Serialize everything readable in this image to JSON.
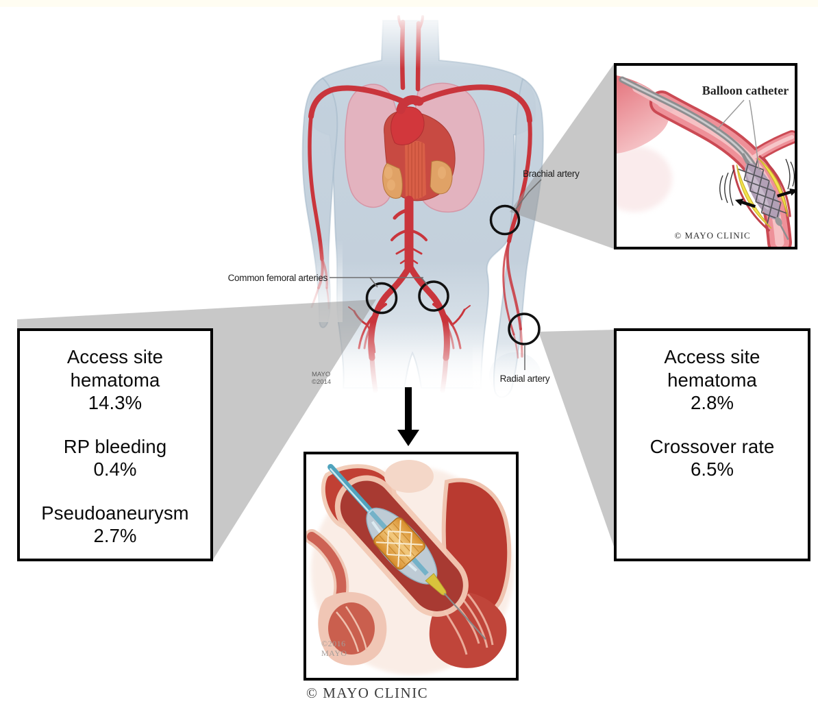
{
  "figure": {
    "anatomy_labels": {
      "common_femoral": "Common femoral arteries",
      "brachial": "Brachial artery",
      "radial": "Radial artery"
    },
    "body_watermark": {
      "line1": "MAYO",
      "line2": "©2014"
    },
    "femoral_box": {
      "entries": [
        {
          "line1": "Access site",
          "line2": "hematoma",
          "value": "14.3%"
        },
        {
          "line1": "RP bleeding",
          "value": "0.4%"
        },
        {
          "line1": "Pseudoaneurysm",
          "value": "2.7%"
        }
      ]
    },
    "radial_box": {
      "entries": [
        {
          "line1": "Access site",
          "line2": "hematoma",
          "value": "2.8%"
        },
        {
          "line1": "Crossover rate",
          "value": "6.5%"
        }
      ]
    },
    "balloon_inset": {
      "label": "Balloon catheter",
      "credit": "© MAYO CLINIC"
    },
    "valve_inset": {
      "watermark_line1": "©2016",
      "watermark_line2": "MAYO"
    },
    "bottom_credit": "© MAYO CLINIC",
    "colors": {
      "artery_red": "#c9353c",
      "body_blue": "#c3d1dd",
      "wedge_gray": "#c9c9c9",
      "plaque_yellow": "#f3e44d",
      "stent_gray": "#56565c",
      "valve_orange": "#e0a03f",
      "catheter_teal": "#4fa3bd",
      "box_border": "#000000"
    }
  }
}
